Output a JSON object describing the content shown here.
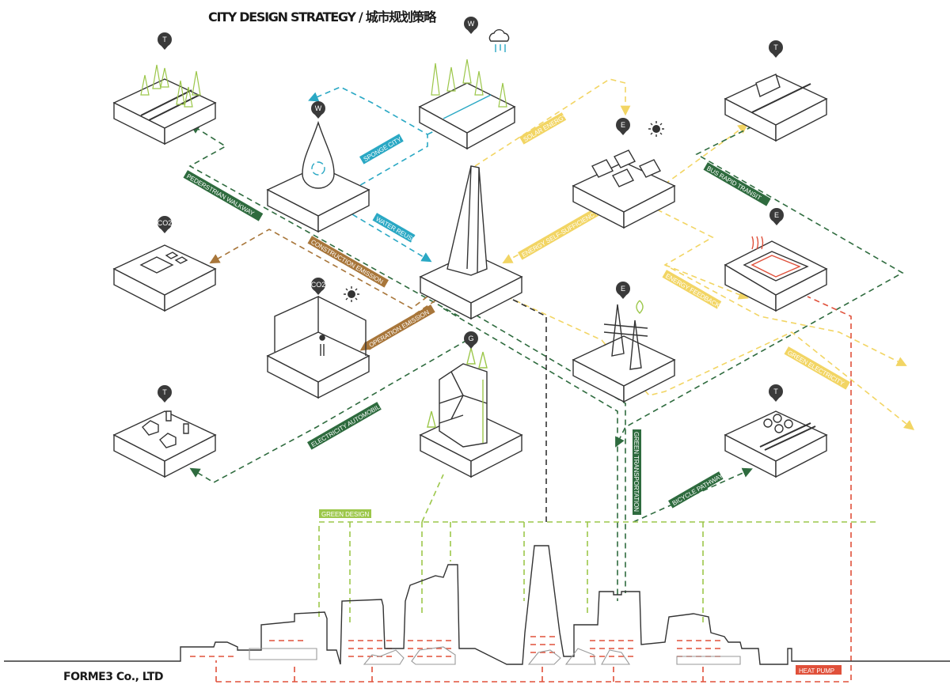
{
  "title": "CITY DESIGN STRATEGY / 城市规划策略",
  "company": "FORME3 Co., LTD",
  "colors": {
    "transport_green": "#2e6b3e",
    "water_blue": "#2aa8c4",
    "solar_yellow": "#f2d564",
    "emission_brown": "#a8763a",
    "green_design": "#9cc74a",
    "heat_red": "#e0503a",
    "pin_dark": "#3a3a3a",
    "line_dark": "#333333"
  },
  "pins": {
    "pedestrian": "T",
    "water_park": "W",
    "bus": "T",
    "droplet": "W",
    "solar": "E",
    "co2_material": "CO2",
    "heating": "E",
    "co2_office": "CO2",
    "tower_energy": "E",
    "green_building": "G",
    "ev": "T",
    "bicycle": "T"
  },
  "flows": {
    "pedestrian_walkway": "PEDERSTRIAN WALKWAY",
    "sponge_city": "SPONGE CITY",
    "water_reuse": "WATER REUSE",
    "solar_energy": "SOLAR ENERGY",
    "energy_self_sufficiency": "ENERGY SELF-SUFFICIENCY",
    "bus_rapid_transit": "BUS RAPID TRANSIT",
    "construction_emission": "CONSTRUCTION EMISSION",
    "operation_emission": "OPERATION EMISSION",
    "energy_feedback": "ENERGY FEEDBACK",
    "green_electricity": "GREEN ELECTRICITY",
    "electricity_automobile": "ELECTRICITY AUTOMOBILE",
    "green_transportation": "GREEN TRANSPORTATION",
    "bicycle_pathway": "BICYCLE PATHWAY",
    "green_design": "GREEN DESIGN",
    "heat_pump": "HEAT PUMP"
  }
}
